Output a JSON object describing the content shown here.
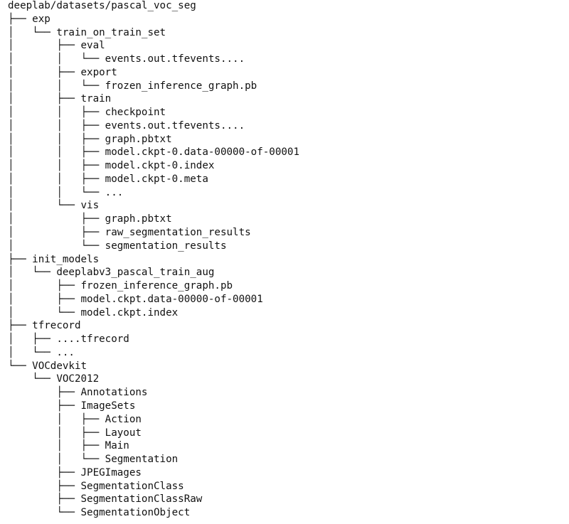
{
  "tree": {
    "lines": [
      {
        "prefix": "",
        "name": "deeplab/datasets/pascal_voc_seg"
      },
      {
        "prefix": "├── ",
        "name": "exp"
      },
      {
        "prefix": "│   └── ",
        "name": "train_on_train_set"
      },
      {
        "prefix": "│       ├── ",
        "name": "eval"
      },
      {
        "prefix": "│       │   └── ",
        "name": "events.out.tfevents...."
      },
      {
        "prefix": "│       ├── ",
        "name": "export"
      },
      {
        "prefix": "│       │   └── ",
        "name": "frozen_inference_graph.pb"
      },
      {
        "prefix": "│       ├── ",
        "name": "train"
      },
      {
        "prefix": "│       │   ├── ",
        "name": "checkpoint"
      },
      {
        "prefix": "│       │   ├── ",
        "name": "events.out.tfevents...."
      },
      {
        "prefix": "│       │   ├── ",
        "name": "graph.pbtxt"
      },
      {
        "prefix": "│       │   ├── ",
        "name": "model.ckpt-0.data-00000-of-00001"
      },
      {
        "prefix": "│       │   ├── ",
        "name": "model.ckpt-0.index"
      },
      {
        "prefix": "│       │   ├── ",
        "name": "model.ckpt-0.meta"
      },
      {
        "prefix": "│       │   └── ",
        "name": "..."
      },
      {
        "prefix": "│       └── ",
        "name": "vis"
      },
      {
        "prefix": "│           ├── ",
        "name": "graph.pbtxt"
      },
      {
        "prefix": "│           ├── ",
        "name": "raw_segmentation_results"
      },
      {
        "prefix": "│           └── ",
        "name": "segmentation_results"
      },
      {
        "prefix": "├── ",
        "name": "init_models"
      },
      {
        "prefix": "│   └── ",
        "name": "deeplabv3_pascal_train_aug"
      },
      {
        "prefix": "│       ├── ",
        "name": "frozen_inference_graph.pb"
      },
      {
        "prefix": "│       ├── ",
        "name": "model.ckpt.data-00000-of-00001"
      },
      {
        "prefix": "│       └── ",
        "name": "model.ckpt.index"
      },
      {
        "prefix": "├── ",
        "name": "tfrecord"
      },
      {
        "prefix": "│   ├── ",
        "name": "....tfrecord"
      },
      {
        "prefix": "│   └── ",
        "name": "..."
      },
      {
        "prefix": "└── ",
        "name": "VOCdevkit"
      },
      {
        "prefix": "    └── ",
        "name": "VOC2012"
      },
      {
        "prefix": "        ├── ",
        "name": "Annotations"
      },
      {
        "prefix": "        ├── ",
        "name": "ImageSets"
      },
      {
        "prefix": "        │   ├── ",
        "name": "Action"
      },
      {
        "prefix": "        │   ├── ",
        "name": "Layout"
      },
      {
        "prefix": "        │   ├── ",
        "name": "Main"
      },
      {
        "prefix": "        │   └── ",
        "name": "Segmentation"
      },
      {
        "prefix": "        ├── ",
        "name": "JPEGImages"
      },
      {
        "prefix": "        ├── ",
        "name": "SegmentationClass"
      },
      {
        "prefix": "        ├── ",
        "name": "SegmentationClassRaw"
      },
      {
        "prefix": "        └── ",
        "name": "SegmentationObject"
      }
    ]
  }
}
